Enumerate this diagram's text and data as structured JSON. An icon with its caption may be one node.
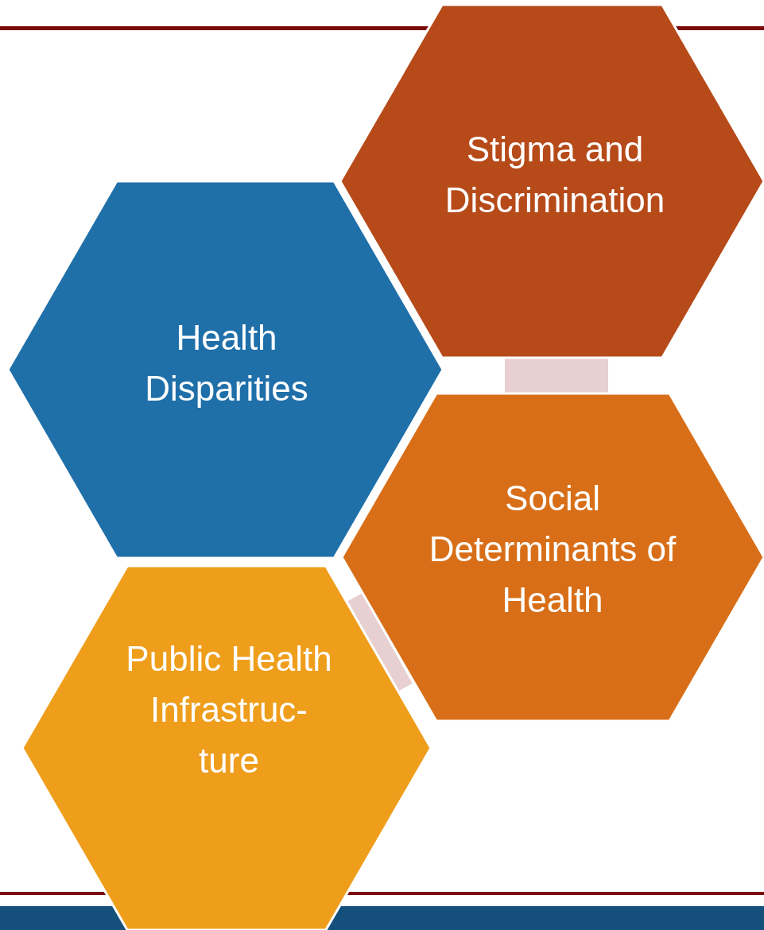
{
  "diagram": {
    "nodes": [
      {
        "text": [
          "Stigma and Discrimination"
        ]
      },
      {
        "text": [
          "Health Disparities"
        ]
      },
      {
        "text": [
          "Social Determinants of Health"
        ]
      },
      {
        "text": [
          "Public Health Infrastruc-ture"
        ]
      }
    ],
    "edges": [
      {
        "from": 0,
        "to": 2,
        "arrow": "none"
      },
      {
        "from": 2,
        "to": 3,
        "arrow": "none"
      }
    ]
  }
}
